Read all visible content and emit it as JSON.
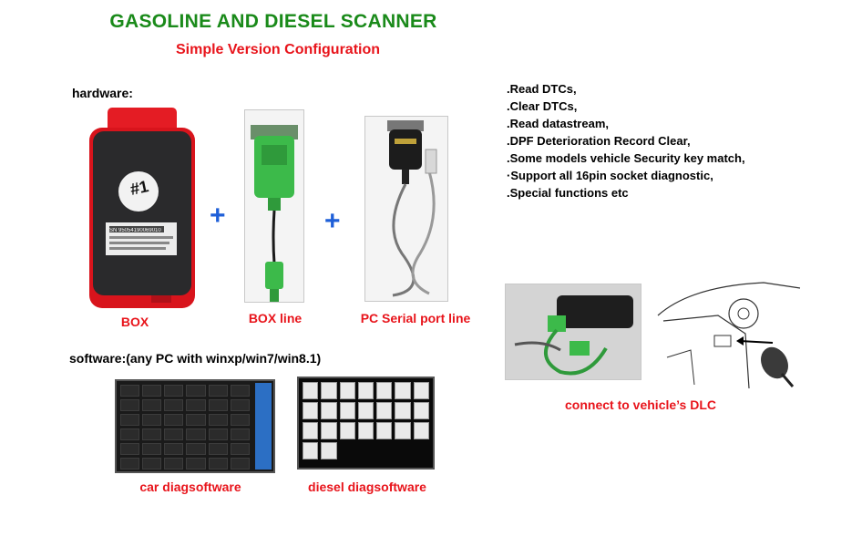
{
  "header": {
    "title": "GASOLINE AND DIESEL SCANNER",
    "subtitle": "Simple Version Configuration"
  },
  "hardware": {
    "label": "hardware:",
    "box_badge": "#1",
    "box_serial": "SN 95054190069010",
    "items": [
      {
        "caption": "BOX"
      },
      {
        "caption": "BOX line"
      },
      {
        "caption": "PC Serial port line"
      }
    ],
    "plus_symbol": "+"
  },
  "features": [
    ".Read DTCs,",
    ".Clear DTCs,",
    ".Read datastream,",
    ".DPF Deterioration Record Clear,",
    ".Some models vehicle Security key match,",
    "·Support all 16pin  socket diagnostic,",
    ".Special functions etc"
  ],
  "connection": {
    "caption": "connect to vehicle’s DLC"
  },
  "software": {
    "label": "software:(any PC with winxp/win7/win8.1)",
    "car_caption": "car diagsoftware",
    "diesel_caption": "diesel diagsoftware"
  },
  "colors": {
    "title_green": "#1a8a1a",
    "accent_red": "#e8141b",
    "plus_blue": "#1e5fd8"
  }
}
